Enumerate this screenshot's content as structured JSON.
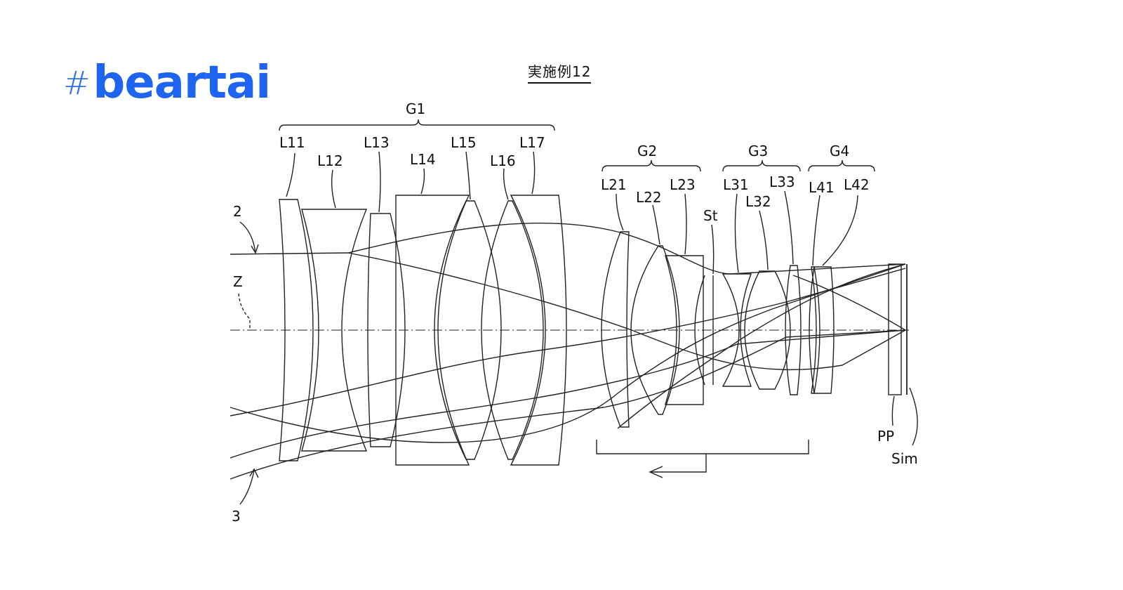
{
  "logo": {
    "hash": "#",
    "word": "beartai"
  },
  "title": "実施例12",
  "groups": {
    "g1": "G1",
    "g2": "G2",
    "g3": "G3",
    "g4": "G4"
  },
  "lenses": {
    "l11": "L11",
    "l12": "L12",
    "l13": "L13",
    "l14": "L14",
    "l15": "L15",
    "l16": "L16",
    "l17": "L17",
    "l21": "L21",
    "l22": "L22",
    "l23": "L23",
    "l31": "L31",
    "l32": "L32",
    "l33": "L33",
    "l41": "L41",
    "l42": "L42"
  },
  "markers": {
    "ray_top": "2",
    "ray_bottom": "3",
    "axis": "Z",
    "stop": "St",
    "plate": "PP",
    "image": "Sim"
  },
  "colors": {
    "logo": "#1f64f0",
    "ink": "#111111"
  }
}
